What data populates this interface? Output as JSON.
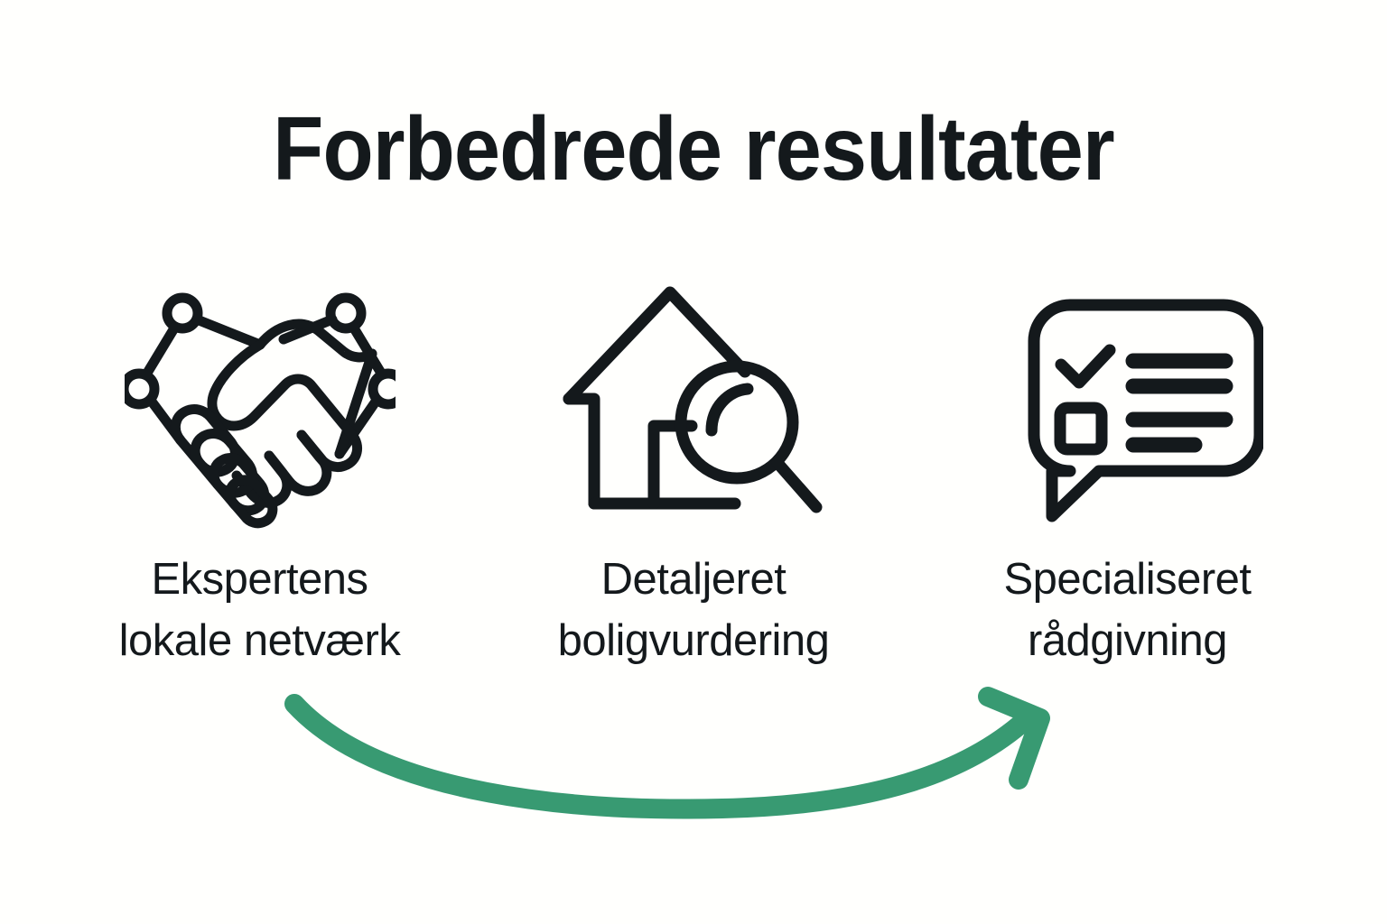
{
  "page": {
    "title": "Forbedrede resultater",
    "background_color": "#fffffd",
    "text_color": "#14191c",
    "accent_color": "#389a72"
  },
  "columns": [
    {
      "icon": "handshake-network-icon",
      "label": "Ekspertens\nlokale netværk",
      "label_line_1": "Ekspertens",
      "label_line_2": "lokale netværk"
    },
    {
      "icon": "house-magnifier-icon",
      "label": "Detaljeret\nboligvurdering",
      "label_line_1": "Detaljeret",
      "label_line_2": "boligvurdering"
    },
    {
      "icon": "speech-bubble-checklist-icon",
      "label": "Specialiseret\nrådgivning",
      "label_line_1": "Specialiseret",
      "label_line_2": "rådgivning"
    }
  ],
  "arrow": {
    "name": "curved-progress-arrow",
    "color": "#389a72",
    "direction": "left-to-right"
  }
}
